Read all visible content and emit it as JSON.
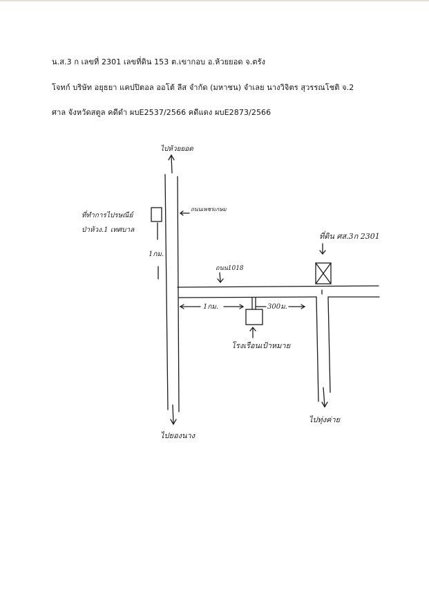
{
  "document": {
    "line1": "น.ส.3 ก เลขที่ 2301 เลขที่ดิน 153  ต.เขากอบ อ.ห้วยยอด จ.ตรัง",
    "line2": "โจทก์ บริษัท อยุธยา แคปปิตอล ออโต้ ลีส จำกัด (มหาชน) จำเลย นางวิจิตร สุวรรณโชติ จ.2",
    "line3": "ศาล จังหวัดสตูล   คดีดำ ผบE2537/2566  คดีแดง ผบE2873/2566"
  },
  "sketch_map": {
    "to_huai_yot": "ไปห้วยยอด",
    "road_main_label": "ถนนเพชรเกษม",
    "highway_label": "ถนน1018",
    "post_note_line1": "ที่ทำการไปรษณีย์",
    "post_note_line2": "ป่าห้วง.1 เทศบาล",
    "distance_left": "1กม.",
    "distance_1km": "1กม.",
    "distance_300m": "300ม.",
    "house_label": "โรงเรือนเป้าหมาย",
    "land_label": "ที่ดิน ศส.3ก 2301",
    "to_nakhon": "ไปยองนาง",
    "to_trang": "ไปทุ่งค่าย"
  }
}
